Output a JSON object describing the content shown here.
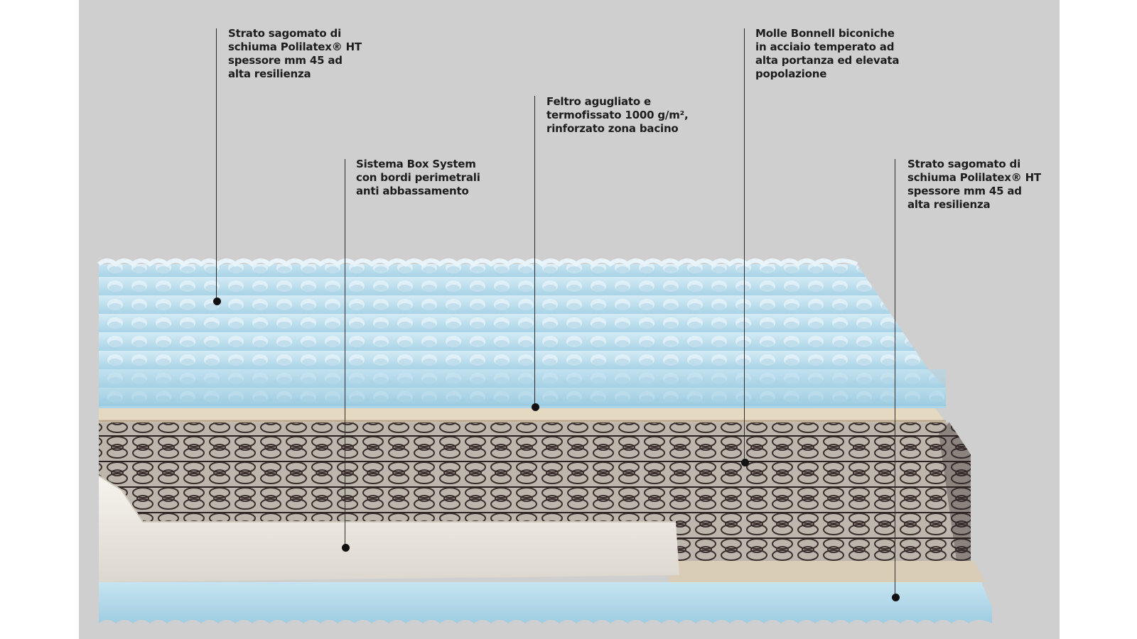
{
  "colors": {
    "background": "#cfcfcf",
    "foam": "#bfe0ee",
    "foam_edge": "#9fcde0",
    "felt": "#e3d5bd",
    "springs": "#3b2f2e",
    "box_edge": "#f1ede5",
    "text": "#1d1d1d"
  },
  "callouts": [
    {
      "id": "top-foam",
      "lines": [
        "Strato sagomato di",
        "schiuma Polilatex® HT",
        "spessore mm 45 ad",
        "alta resilienza"
      ]
    },
    {
      "id": "box-system",
      "lines": [
        "Sistema Box System",
        "con bordi perimetrali",
        "anti abbassamento"
      ]
    },
    {
      "id": "felt",
      "lines": [
        "Feltro agugliato e",
        "termofissato 1000 g/m²,",
        "rinforzato zona bacino"
      ]
    },
    {
      "id": "springs",
      "lines": [
        "Molle Bonnell biconiche",
        "in acciaio temperato ad",
        "alta portanza ed elevata",
        "popolazione"
      ]
    },
    {
      "id": "bottom-foam",
      "lines": [
        "Strato sagomato di",
        "schiuma Polilatex® HT",
        "spessore mm 45 ad",
        "alta resilienza"
      ]
    }
  ]
}
